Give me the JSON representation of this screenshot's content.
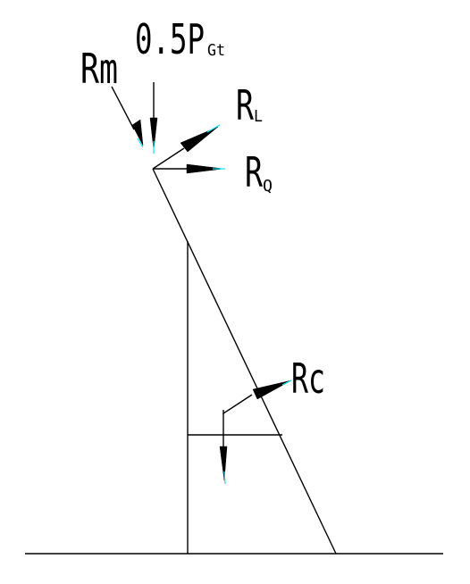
{
  "labels": {
    "rm": "Rm",
    "half": "0.5P",
    "half_sub": "Gt",
    "rl": "R",
    "rl_sub": "L",
    "rq": "R",
    "rq_sub": "Q",
    "rc": "Rc"
  },
  "colors": {
    "line": "#000000",
    "arrow_tip": "#00e5ff",
    "background": "#ffffff"
  }
}
